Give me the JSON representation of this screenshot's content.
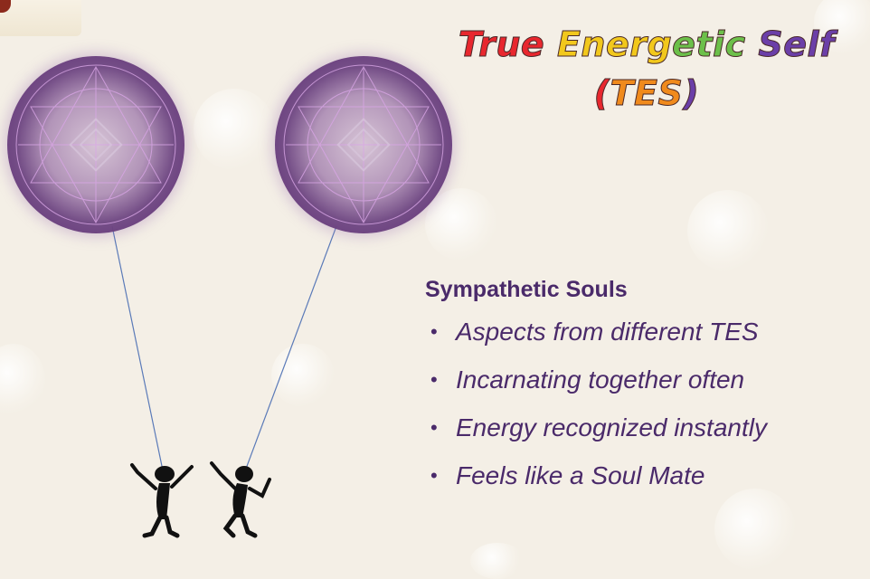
{
  "title": {
    "line1_words": [
      "True",
      "Energetic",
      "Self"
    ],
    "line2": {
      "open": "(",
      "abbr": "TES",
      "close": ")"
    }
  },
  "section": {
    "heading": "Sympathetic Souls",
    "bullets": [
      "Aspects from different TES",
      "Incarnating together often",
      "Energy recognized instantly",
      "Feels like a Soul Mate"
    ]
  },
  "colors": {
    "background": "#f4efe6",
    "text": "#4a2a6a",
    "orb": "#6a3e7e",
    "tether_line": "#5a7ab8",
    "figure": "#111111"
  },
  "icons": [
    "energy-orb-icon",
    "dancing-figure-icon",
    "bullet-dot-icon"
  ]
}
